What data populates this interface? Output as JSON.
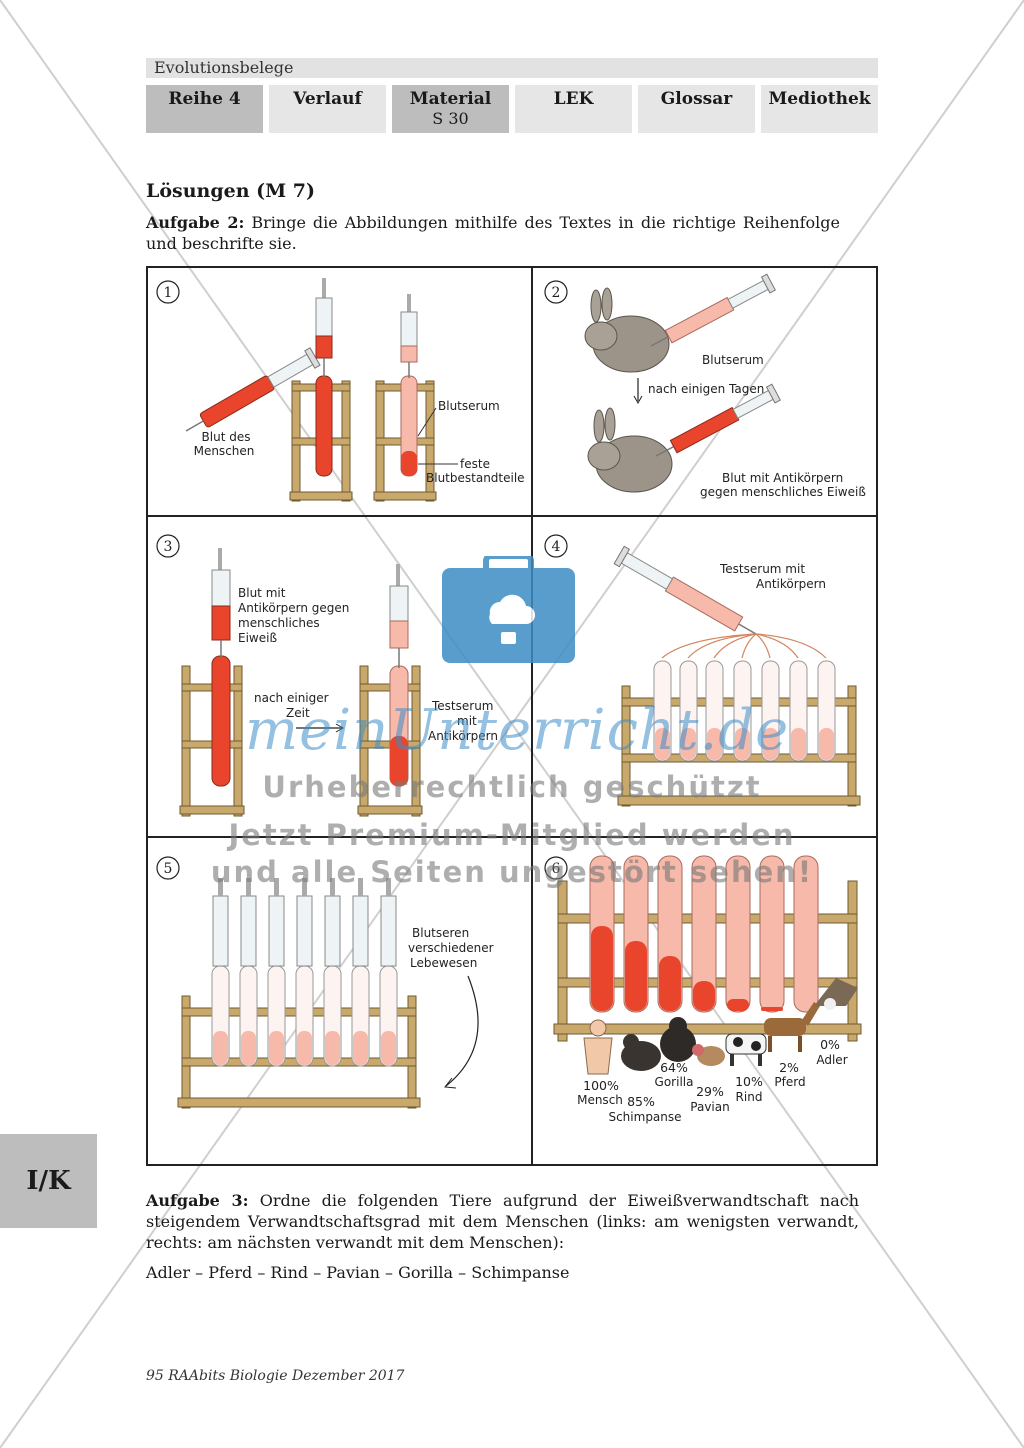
{
  "header": {
    "series_title": "Evolutionsbelege",
    "tabs": [
      {
        "label": "Reihe 4",
        "sub": "",
        "active": true
      },
      {
        "label": "Verlauf",
        "sub": "",
        "active": false
      },
      {
        "label": "Material",
        "sub": "S 30",
        "active": true
      },
      {
        "label": "LEK",
        "sub": "",
        "active": false
      },
      {
        "label": "Glossar",
        "sub": "",
        "active": false
      },
      {
        "label": "Mediothek",
        "sub": "",
        "active": false
      }
    ]
  },
  "section_title": "Lösungen (M 7)",
  "task2": {
    "label": "Aufgabe 2:",
    "text": "Bringe die Abbildungen mithilfe des Textes in die richtige Reihenfolge und beschrifte sie."
  },
  "figure": {
    "panels": [
      {
        "number": "1",
        "labels": [
          "Blut des",
          "Menschen",
          "Blutserum",
          "feste",
          "Blutbestandteile"
        ]
      },
      {
        "number": "2",
        "labels": [
          "Blutserum",
          "nach einigen Tagen",
          "Blut mit Antikörpern",
          "gegen menschliches Eiweiß"
        ]
      },
      {
        "number": "3",
        "labels": [
          "Blut mit",
          "Antikörpern gegen",
          "menschliches",
          "Eiweiß",
          "nach einiger",
          "Zeit",
          "Testserum",
          "mit",
          "Antikörpern"
        ]
      },
      {
        "number": "4",
        "labels": [
          "Testserum mit",
          "Antikörpern"
        ]
      },
      {
        "number": "5",
        "labels": [
          "Blutseren",
          "verschiedener",
          "Lebewesen"
        ]
      },
      {
        "number": "6",
        "results": [
          {
            "percent": "100%",
            "name": "Mensch"
          },
          {
            "percent": "85%",
            "name": "Schimpanse"
          },
          {
            "percent": "64%",
            "name": "Gorilla"
          },
          {
            "percent": "29%",
            "name": "Pavian"
          },
          {
            "percent": "10%",
            "name": "Rind"
          },
          {
            "percent": "2%",
            "name": "Pferd"
          },
          {
            "percent": "0%",
            "name": "Adler"
          }
        ]
      }
    ]
  },
  "task3": {
    "label": "Aufgabe 3:",
    "text": "Ordne die folgenden Tiere aufgrund der Eiweißverwandtschaft nach steigendem Verwandtschaftsgrad mit dem Menschen (links: am wenigsten verwandt, rechts: am nächsten verwandt mit dem Menschen):",
    "answer": "Adler – Pferd – Rind – Pavian – Gorilla – Schimpanse"
  },
  "side_tab": "I/K",
  "footer": "95 RAAbits Biologie Dezember 2017",
  "watermark": {
    "logo": "meinUnterricht.de",
    "line1": "Urheberrechtlich geschützt",
    "line2": "Jetzt Premium-Mitglied werden",
    "line3": "und alle Seiten ungestört sehen!"
  },
  "colors": {
    "blood": "#e8452c",
    "serum": "#f6b9aa",
    "wood": "#c9a86b",
    "tab_active": "#bdbdbd",
    "tab": "#e6e6e6"
  }
}
